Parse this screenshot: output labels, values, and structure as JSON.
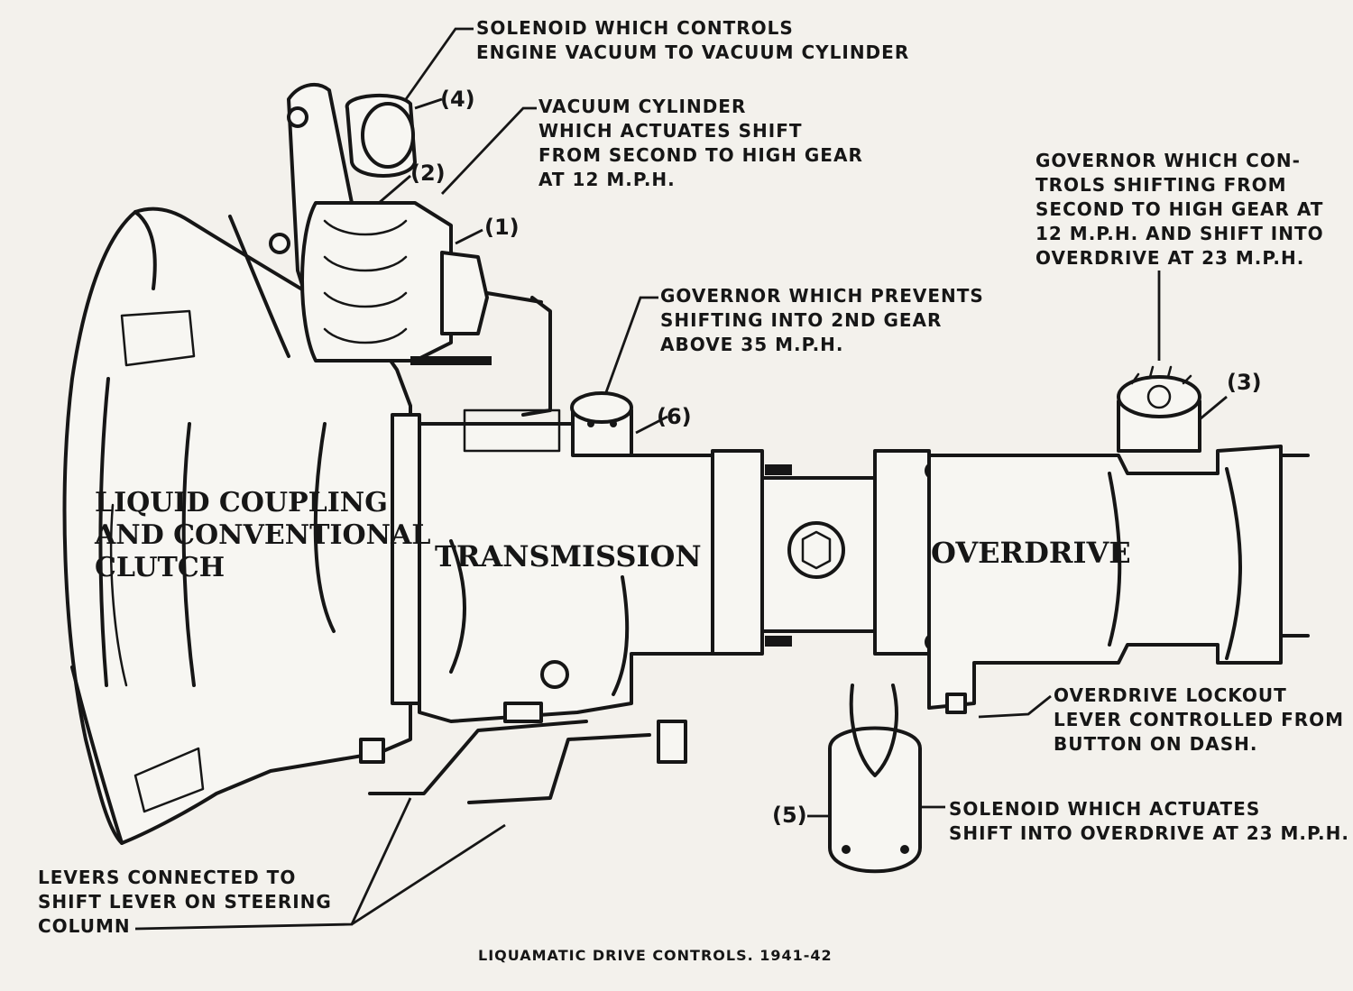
{
  "callouts": {
    "solenoid_vacuum": [
      "SOLENOID WHICH CONTROLS",
      "ENGINE VACUUM TO VACUUM CYLINDER"
    ],
    "vacuum_cylinder": [
      "VACUUM CYLINDER",
      "WHICH ACTUATES SHIFT",
      "FROM SECOND TO HIGH GEAR",
      "AT 12 M.P.H."
    ],
    "governor_high": [
      "GOVERNOR WHICH CON-",
      "TROLS SHIFTING FROM",
      "SECOND TO HIGH GEAR AT",
      "12 M.P.H. AND SHIFT INTO",
      "OVERDRIVE AT 23 M.P.H."
    ],
    "governor_prevents": [
      "GOVERNOR WHICH PREVENTS",
      "SHIFTING INTO 2ND GEAR",
      "ABOVE 35 M.P.H."
    ],
    "overdrive_lockout": [
      "OVERDRIVE LOCKOUT",
      "LEVER CONTROLLED FROM",
      "BUTTON ON DASH."
    ],
    "solenoid_overdrive": [
      "SOLENOID WHICH ACTUATES",
      "SHIFT INTO OVERDRIVE AT 23 M.P.H."
    ],
    "levers": [
      "LEVERS CONNECTED TO",
      "SHIFT LEVER ON STEERING",
      "COLUMN"
    ]
  },
  "part_numbers": {
    "n1": "(1)",
    "n2": "(2)",
    "n3": "(3)",
    "n4": "(4)",
    "n5": "(5)",
    "n6": "(6)"
  },
  "sections": {
    "clutch": [
      "LIQUID COUPLING",
      "AND CONVENTIONAL",
      "CLUTCH"
    ],
    "transmission": "TRANSMISSION",
    "overdrive": "OVERDRIVE"
  },
  "caption": "LIQUAMATIC DRIVE CONTROLS. 1941-42"
}
